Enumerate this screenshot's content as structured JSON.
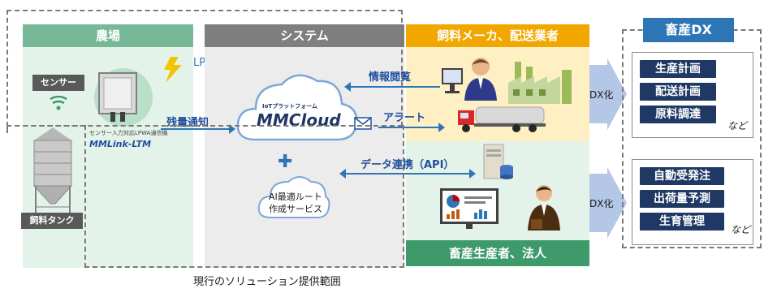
{
  "farm": {
    "header": "農場",
    "sensor_label": "センサー",
    "tank_label": "飼料タンク",
    "device_caption": "センサー入力対応LPWA通信機",
    "device_name": "MMLink-LTM",
    "lpwa_label": "LPWA"
  },
  "system": {
    "header": "システム",
    "cloud_small": "IoTプラットフォーム",
    "cloud_name": "MMCloud",
    "ai_service_line1": "AI最適ルート",
    "ai_service_line2": "作成サービス"
  },
  "flows": {
    "remaining_notice": "残量通知",
    "info_view": "情報閲覧",
    "alert": "アラート",
    "data_link": "データ連携（API）"
  },
  "partners": {
    "feed_header": "飼料メーカ、配送業者",
    "producer_footer": "畜産生産者、法人"
  },
  "dx": {
    "arrow_label_1": "DX化",
    "arrow_label_2": "DX化",
    "title": "畜産DX",
    "group1": [
      "生産計画",
      "配送計画",
      "原料調達"
    ],
    "group2": [
      "自動受発注",
      "出荷量予測",
      "生育管理"
    ],
    "etc_1": "など",
    "etc_2": "など"
  },
  "scope_caption": "現行のソリューション提供範囲",
  "colors": {
    "farm_green": "#76b897",
    "farm_bg": "#e4f3ea",
    "system_gray": "#7f7f7f",
    "system_bg": "#ececec",
    "feed_orange": "#f2a700",
    "feed_bg": "#fff0c4",
    "producer_green": "#3f9a6b",
    "producer_bg": "#e4f3ea",
    "navy": "#1f3864",
    "arrow_blue": "#b4c7e7",
    "line_blue": "#2e75b6"
  }
}
